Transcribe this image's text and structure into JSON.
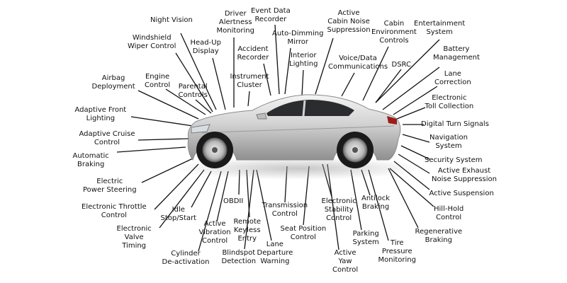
{
  "labels": [
    {
      "id": "night-vision",
      "text": "Night Vision"
    },
    {
      "id": "windshield-wiper-control",
      "text": "Windshield\nWiper Control"
    },
    {
      "id": "head-up-display",
      "text": "Head-Up\nDisplay"
    },
    {
      "id": "driver-alertness-monitoring",
      "text": "Driver\nAlertness\nMonitoring"
    },
    {
      "id": "event-data-recorder",
      "text": "Event Data\nRecorder"
    },
    {
      "id": "accident-recorder",
      "text": "Accident\nRecorder"
    },
    {
      "id": "auto-dimming-mirror",
      "text": "Auto-Dimming\nMirror"
    },
    {
      "id": "active-cabin-noise-suppression",
      "text": "Active\nCabin Noise\nSuppression"
    },
    {
      "id": "cabin-environment-controls",
      "text": "Cabin\nEnvironment\nControls"
    },
    {
      "id": "entertainment-system",
      "text": "Entertainment\nSystem"
    },
    {
      "id": "airbag-deployment",
      "text": "Airbag\nDeployment"
    },
    {
      "id": "engine-control",
      "text": "Engine\nControl"
    },
    {
      "id": "parental-controls",
      "text": "Parental\nControls"
    },
    {
      "id": "instrument-cluster",
      "text": "Instrument\nCluster"
    },
    {
      "id": "interior-lighting",
      "text": "Interior\nLighting"
    },
    {
      "id": "voice-data-communications",
      "text": "Voice/Data\nCommunications"
    },
    {
      "id": "dsrc",
      "text": "DSRC"
    },
    {
      "id": "battery-management",
      "text": "Battery\nManagement"
    },
    {
      "id": "lane-correction",
      "text": "Lane\nCorrection"
    },
    {
      "id": "electronic-toll-collection",
      "text": "Electronic\nToll Collection"
    },
    {
      "id": "adaptive-front-lighting",
      "text": "Adaptive Front\nLighting"
    },
    {
      "id": "digital-turn-signals",
      "text": "Digital Turn Signals"
    },
    {
      "id": "adaptive-cruise-control",
      "text": "Adaptive Cruise\nControl"
    },
    {
      "id": "navigation-system",
      "text": "Navigation\nSystem"
    },
    {
      "id": "automatic-braking",
      "text": "Automatic\nBraking"
    },
    {
      "id": "security-system",
      "text": "Security System"
    },
    {
      "id": "active-exhaust-noise-suppression",
      "text": "Active Exhaust\nNoise Suppression"
    },
    {
      "id": "electric-power-steering",
      "text": "Electric\nPower Steering"
    },
    {
      "id": "active-suspension",
      "text": "Active Suspension"
    },
    {
      "id": "obdii",
      "text": "OBDII"
    },
    {
      "id": "transmission-control",
      "text": "Transmission\nControl"
    },
    {
      "id": "electronic-stability-control",
      "text": "Electronic\nStability\nControl"
    },
    {
      "id": "antilock-braking",
      "text": "Antilock\nBraking"
    },
    {
      "id": "hill-hold-control",
      "text": "Hill-Hold\nControl"
    },
    {
      "id": "electronic-throttle-control",
      "text": "Electronic Throttle\nControl"
    },
    {
      "id": "idle-stop-start",
      "text": "Idle\nStop/Start"
    },
    {
      "id": "active-vibration-control",
      "text": "Active\nVibration\nControl"
    },
    {
      "id": "remote-keyless-entry",
      "text": "Remote\nKeyless\nEntry"
    },
    {
      "id": "seat-position-control",
      "text": "Seat Position\nControl"
    },
    {
      "id": "regenerative-braking",
      "text": "Regenerative\nBraking"
    },
    {
      "id": "electronic-valve-timing",
      "text": "Electronic\nValve\nTiming"
    },
    {
      "id": "lane-departure-warning",
      "text": "Lane\nDeparture\nWarning"
    },
    {
      "id": "parking-system",
      "text": "Parking\nSystem"
    },
    {
      "id": "tire-pressure-monitoring",
      "text": "Tire\nPressure\nMonitoring"
    },
    {
      "id": "blindspot-detection",
      "text": "Blindspot\nDetection"
    },
    {
      "id": "active-yaw-control",
      "text": "Active\nYaw\nControl"
    },
    {
      "id": "cylinder-deactivation",
      "text": "Cylinder\nDe-activation"
    }
  ]
}
